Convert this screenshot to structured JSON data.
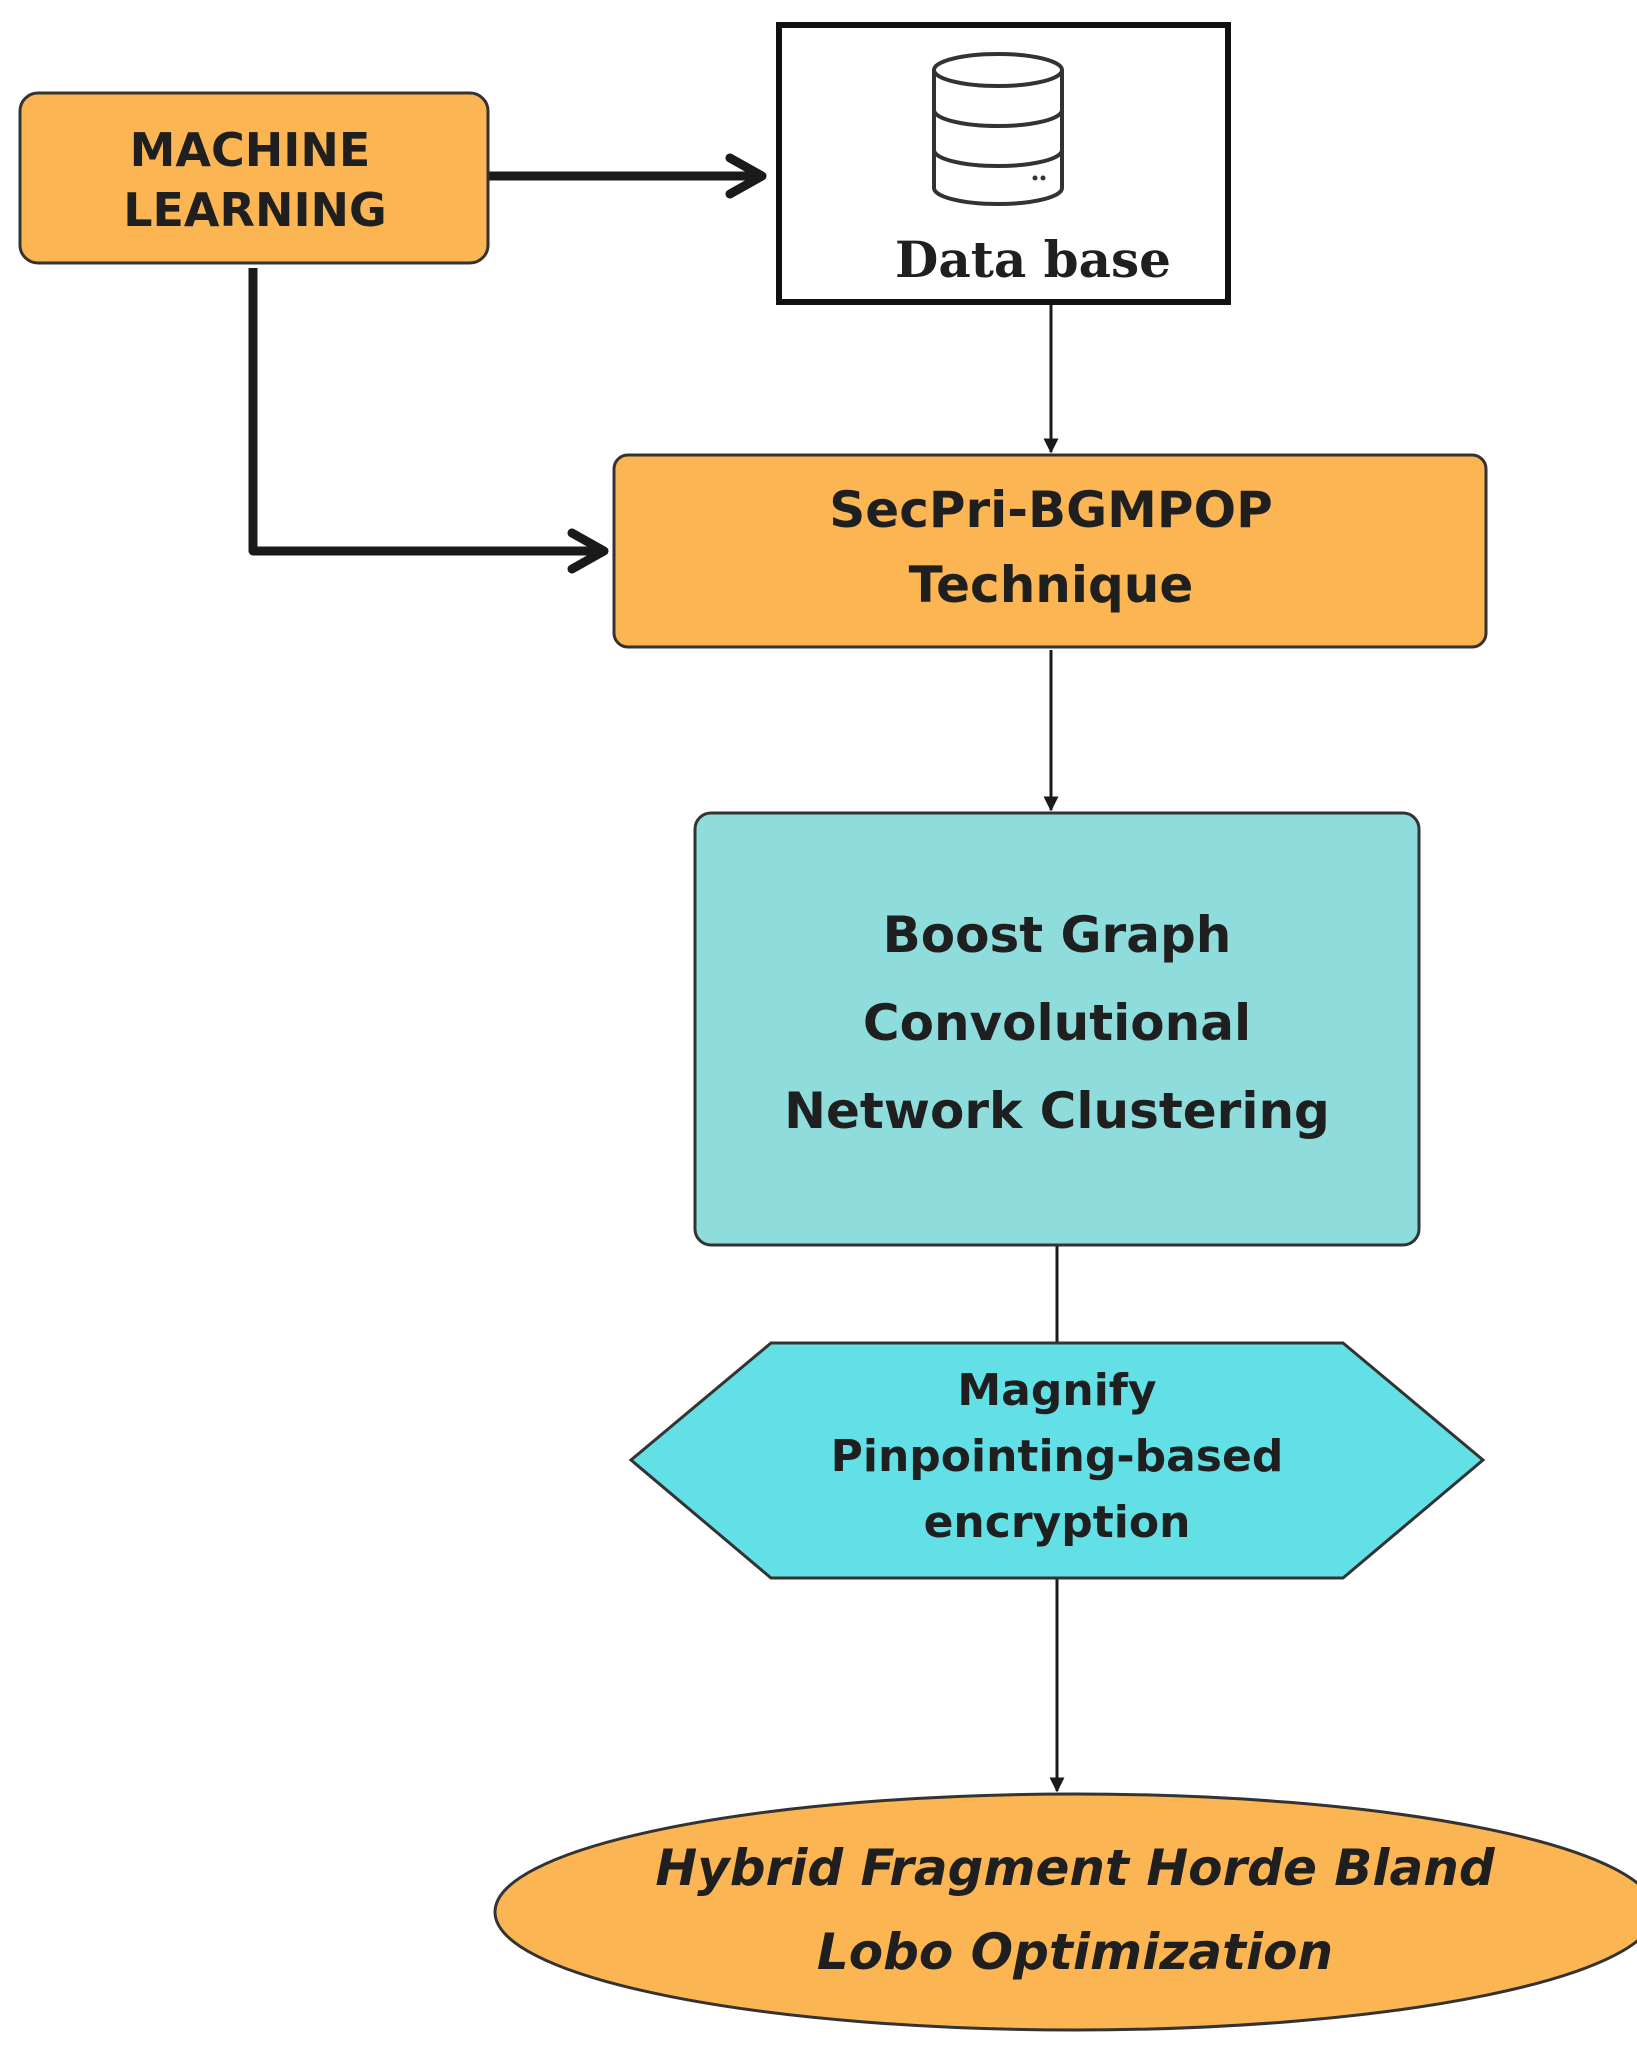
{
  "nodes": {
    "machine_learning": {
      "lines": [
        "MACHINE",
        "LEARNING"
      ]
    },
    "database": {
      "label": "Data base"
    },
    "secpri": {
      "lines": [
        "SecPri-BGMPOP",
        "Technique"
      ]
    },
    "boost": {
      "lines": [
        "Boost Graph",
        "Convolutional",
        "Network Clustering"
      ]
    },
    "magnify": {
      "lines": [
        "Magnify",
        "Pinpointing-based",
        "encryption"
      ]
    },
    "hybrid": {
      "lines": [
        "Hybrid Fragment Horde Bland",
        "Lobo Optimization"
      ]
    }
  },
  "colors": {
    "orange": "#fbb653",
    "teal": "#8edcdc",
    "cyan": "#62e0e6",
    "outline": "#333333",
    "arrow": "#1a1a1a"
  },
  "icons": {
    "database": "database-icon"
  }
}
